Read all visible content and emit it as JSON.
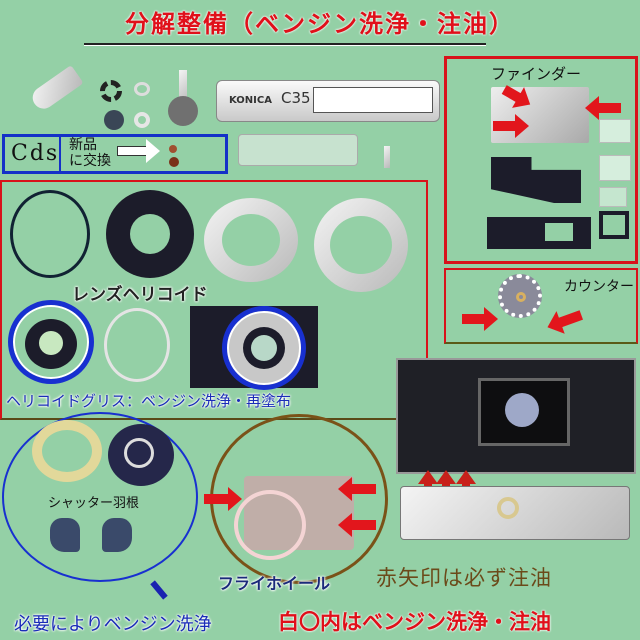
{
  "title": "分解整備（ベンジン洗浄・注油）",
  "camera": {
    "brand": "KONICA",
    "model": "C35"
  },
  "cds_box": {
    "label": "Cds",
    "note_line1": "新品",
    "note_line2": "に交換"
  },
  "finder_box": {
    "label": "ファインダー"
  },
  "counter_box": {
    "label": "カウンター"
  },
  "lens_section": {
    "helicoid_label": "レンズヘリコイド",
    "grease_note": "ヘリコイドグリス：ベンジン洗浄・再塗布"
  },
  "shutter_section": {
    "blades_label": "シャッター羽根",
    "note": "必要によりベンジン洗浄"
  },
  "flywheel_label": "フライホイール",
  "legend": {
    "red_arrow_note": "赤矢印は必ず注油",
    "white_circle_note": "白〇内はベンジン洗浄・注油"
  },
  "colors": {
    "background": "#94d0a6",
    "title_red": "#e0101a",
    "frame_red": "#d8121a",
    "frame_blue": "#1430c8",
    "frame_olive": "#5a5a18",
    "arrow_red": "#e2161c",
    "legend_brown": "#6b4a1a"
  }
}
